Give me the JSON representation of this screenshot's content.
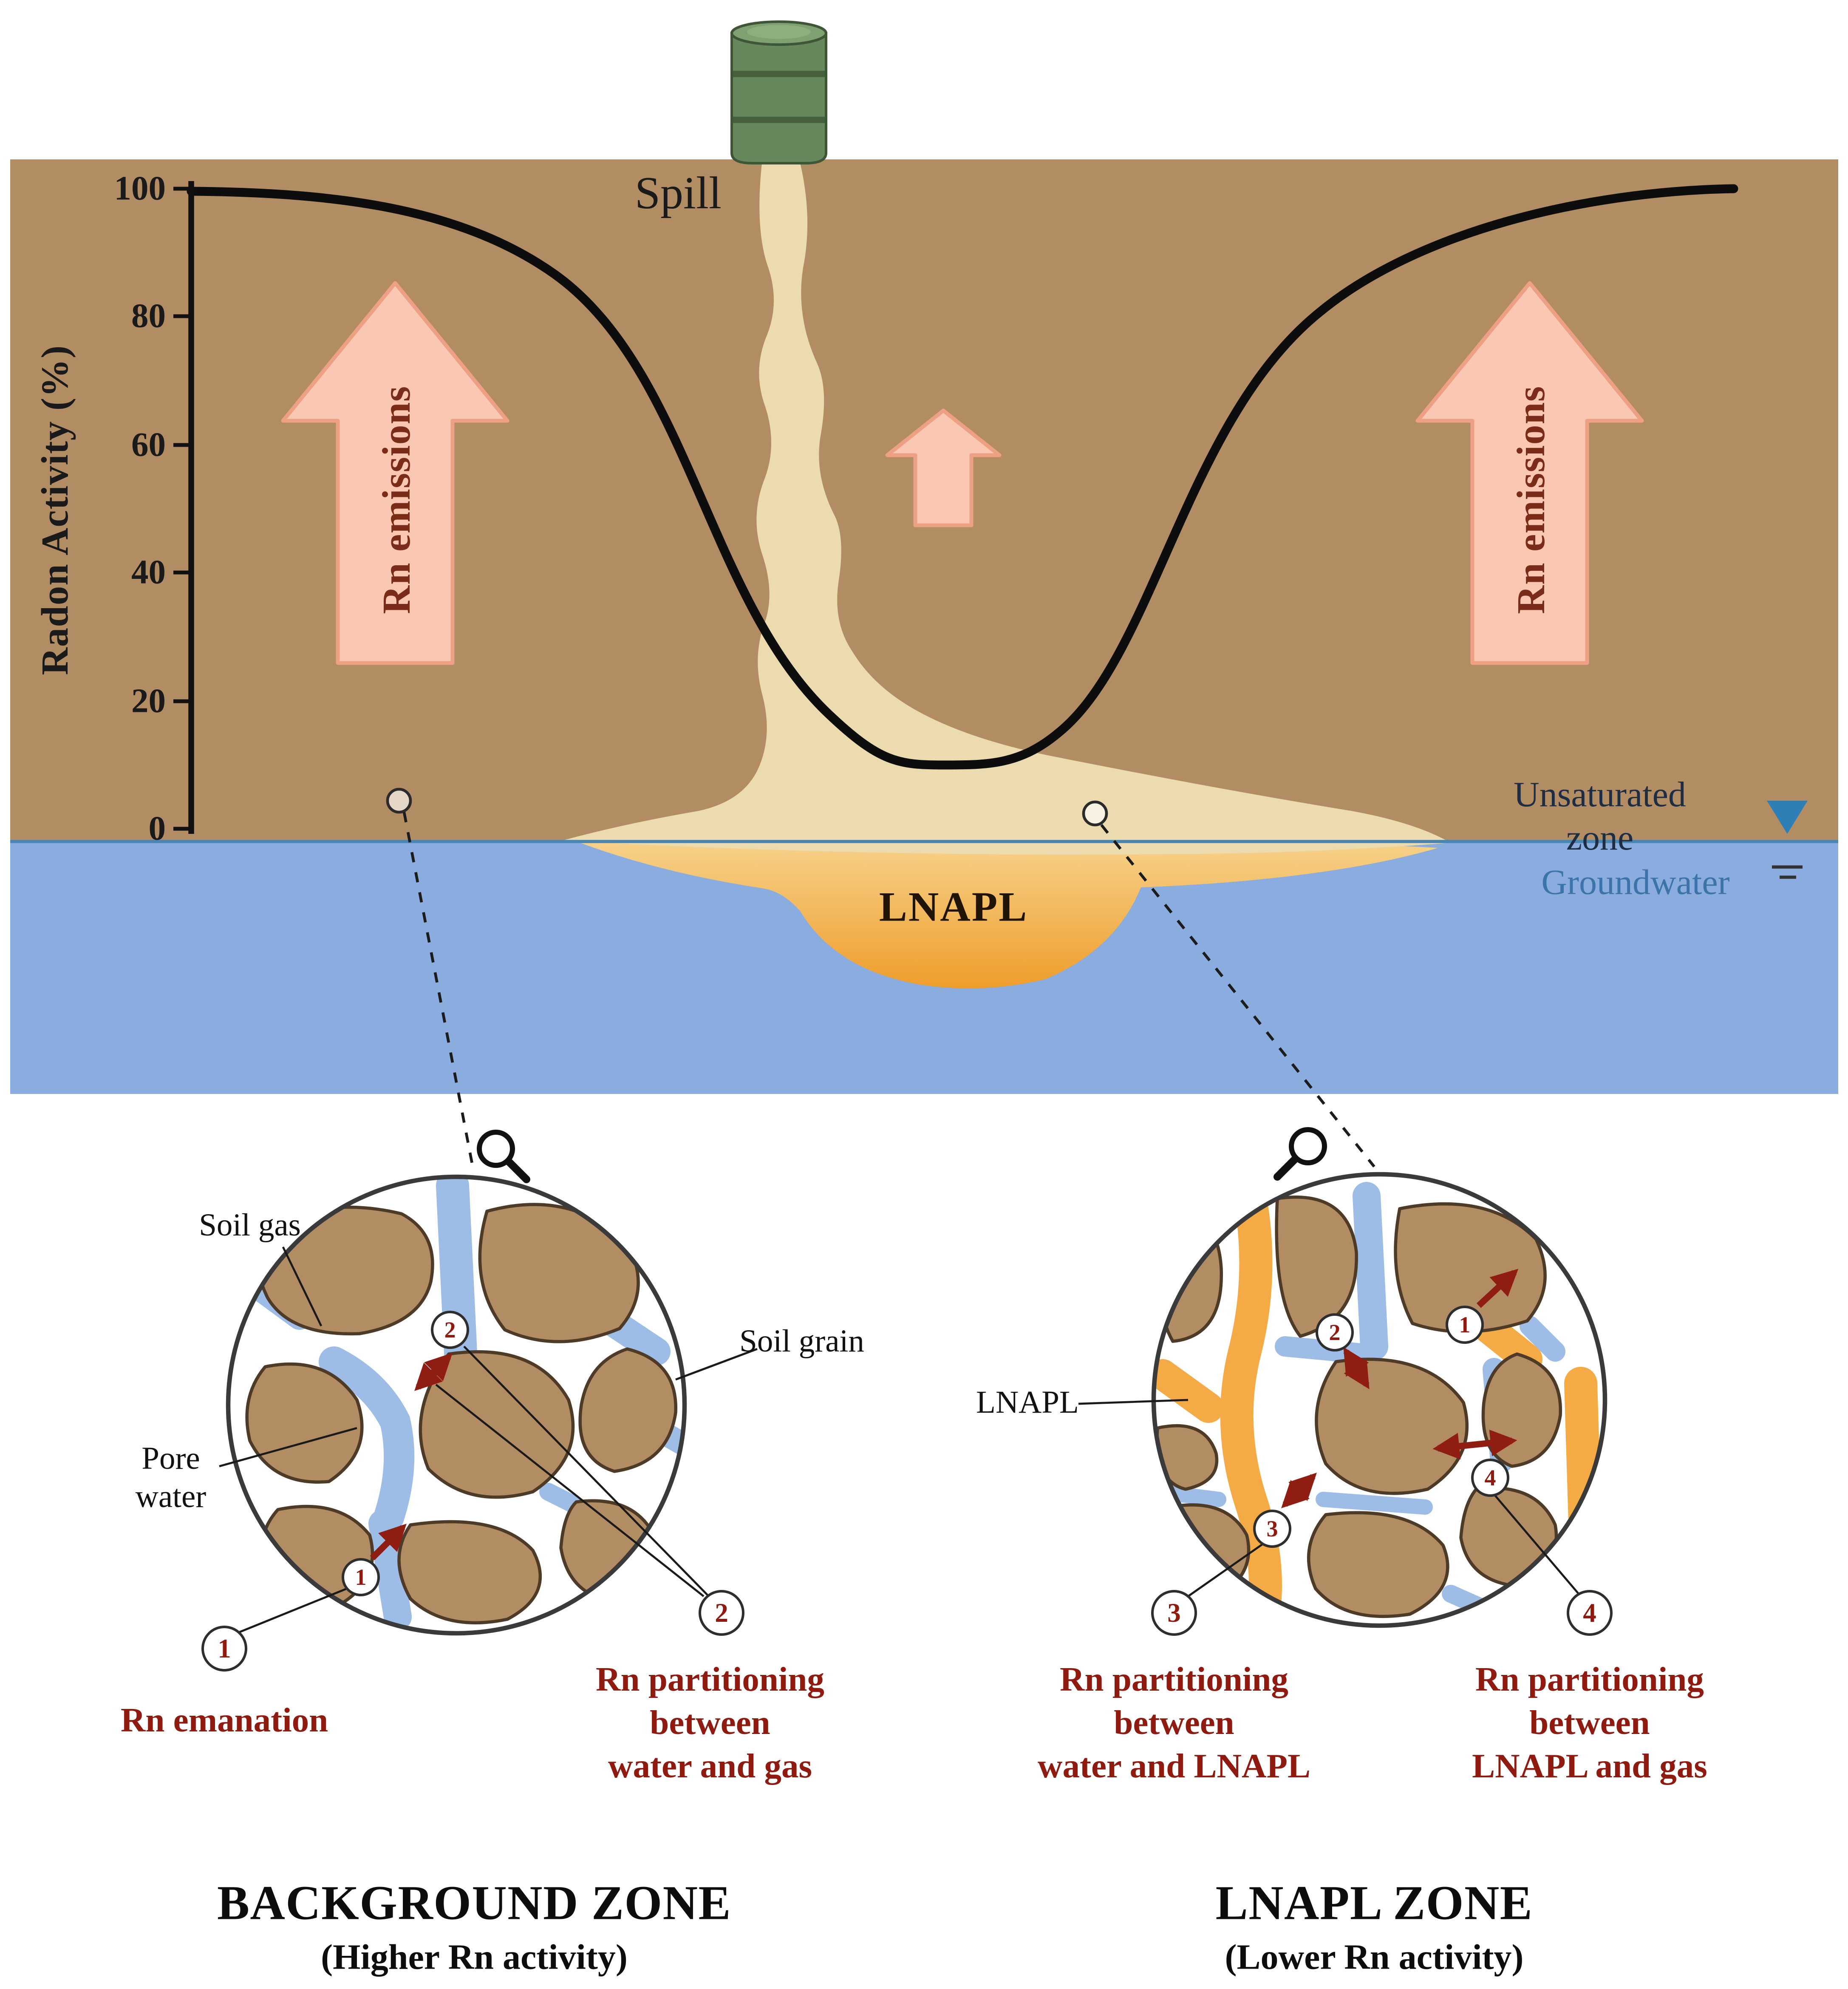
{
  "colors": {
    "soil": "#b28d63",
    "groundwater": "#8aacde",
    "spill_plume": "#ebdbae",
    "lnapl_orange": "#f0a231",
    "arrow_fill": "#f9c7b2",
    "arrow_text": "#7a2c18",
    "annotation_red": "#8f1a10",
    "water_line": "#4a86b4"
  },
  "axis": {
    "label": "Radon Activity (%)",
    "ticks": [
      "100",
      "80",
      "60",
      "40",
      "20",
      "0"
    ]
  },
  "cross_section": {
    "spill": "Spill",
    "lnapl": "LNAPL",
    "unsaturated_zone": "Unsaturated zone",
    "groundwater": "Groundwater",
    "rn_emissions_left": "Rn emissions",
    "rn_emissions_right": "Rn emissions"
  },
  "badges": {
    "n1": "1",
    "n2": "2",
    "n3": "3",
    "n4": "4"
  },
  "background_zone": {
    "title": "BACKGROUND ZONE",
    "subtitle": "(Higher Rn activity)",
    "soil_gas": "Soil gas",
    "soil_grain": "Soil grain",
    "pore_water": "Pore\nwater",
    "caption_1": "Rn emanation",
    "caption_2": "Rn partitioning\nbetween\nwater and gas"
  },
  "lnapl_zone": {
    "title": "LNAPL ZONE",
    "subtitle": "(Lower Rn activity)",
    "lnapl": "LNAPL",
    "caption_3": "Rn partitioning\nbetween\nwater and LNAPL",
    "caption_4": "Rn partitioning\nbetween\nLNAPL and gas"
  }
}
